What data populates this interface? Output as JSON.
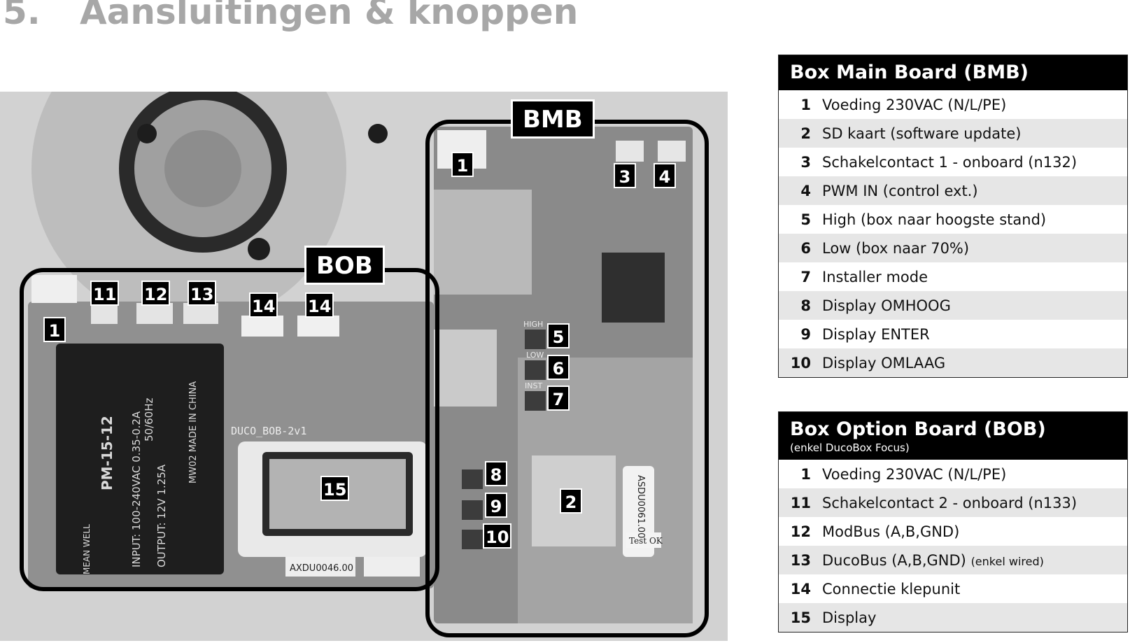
{
  "heading": {
    "number": "5.",
    "title": "Aansluitingen & knoppen"
  },
  "photo": {
    "board_labels": {
      "bmb": "BMB",
      "bob": "BOB"
    },
    "printed_text": {
      "psu_model": "PM-15-12",
      "psu_input": "INPUT: 100-240VAC 0.35-0.2A",
      "psu_freq": "50/60Hz",
      "psu_output": "OUTPUT: 12V 1.25A",
      "psu_brand": "MEAN WELL",
      "psu_made": "MW02 MADE IN CHINA",
      "bob_board": "DUCO_BOB-2v1",
      "bob_sticker": "AXDU0046.00",
      "sd_sticker": "ASDU0061.00",
      "test_ok": "Test OK",
      "btn_high": "HIGH",
      "btn_low": "LOW",
      "btn_inst": "INST"
    },
    "callouts": [
      "1",
      "3",
      "4",
      "11",
      "12",
      "13",
      "14",
      "14",
      "1",
      "5",
      "6",
      "7",
      "8",
      "9",
      "10",
      "2",
      "15"
    ]
  },
  "bmb_table": {
    "title": "Box Main Board (BMB)",
    "rows": [
      {
        "n": "1",
        "d": "Voeding 230VAC (N/L/PE)"
      },
      {
        "n": "2",
        "d": "SD kaart (software update)"
      },
      {
        "n": "3",
        "d": "Schakelcontact 1 - onboard (n132)"
      },
      {
        "n": "4",
        "d": "PWM IN (control ext.)"
      },
      {
        "n": "5",
        "d": "High (box naar hoogste stand)"
      },
      {
        "n": "6",
        "d": "Low (box naar 70%)"
      },
      {
        "n": "7",
        "d": "Installer mode"
      },
      {
        "n": "8",
        "d": "Display OMHOOG"
      },
      {
        "n": "9",
        "d": "Display ENTER"
      },
      {
        "n": "10",
        "d": "Display OMLAAG"
      }
    ]
  },
  "bob_table": {
    "title": "Box Option Board (BOB)",
    "subtitle": "(enkel DucoBox Focus)",
    "rows": [
      {
        "n": "1",
        "d": "Voeding 230VAC (N/L/PE)"
      },
      {
        "n": "11",
        "d": "Schakelcontact 2 - onboard (n133)"
      },
      {
        "n": "12",
        "d": "ModBus (A,B,GND)"
      },
      {
        "n": "13",
        "d": "DucoBus (A,B,GND)",
        "note": "(enkel wired)"
      },
      {
        "n": "14",
        "d": "Connectie klepunit"
      },
      {
        "n": "15",
        "d": "Display"
      }
    ]
  },
  "colors": {
    "heading": "#a7a7a7",
    "header_bg": "#000000",
    "row_alt": "#e6e6e6"
  }
}
